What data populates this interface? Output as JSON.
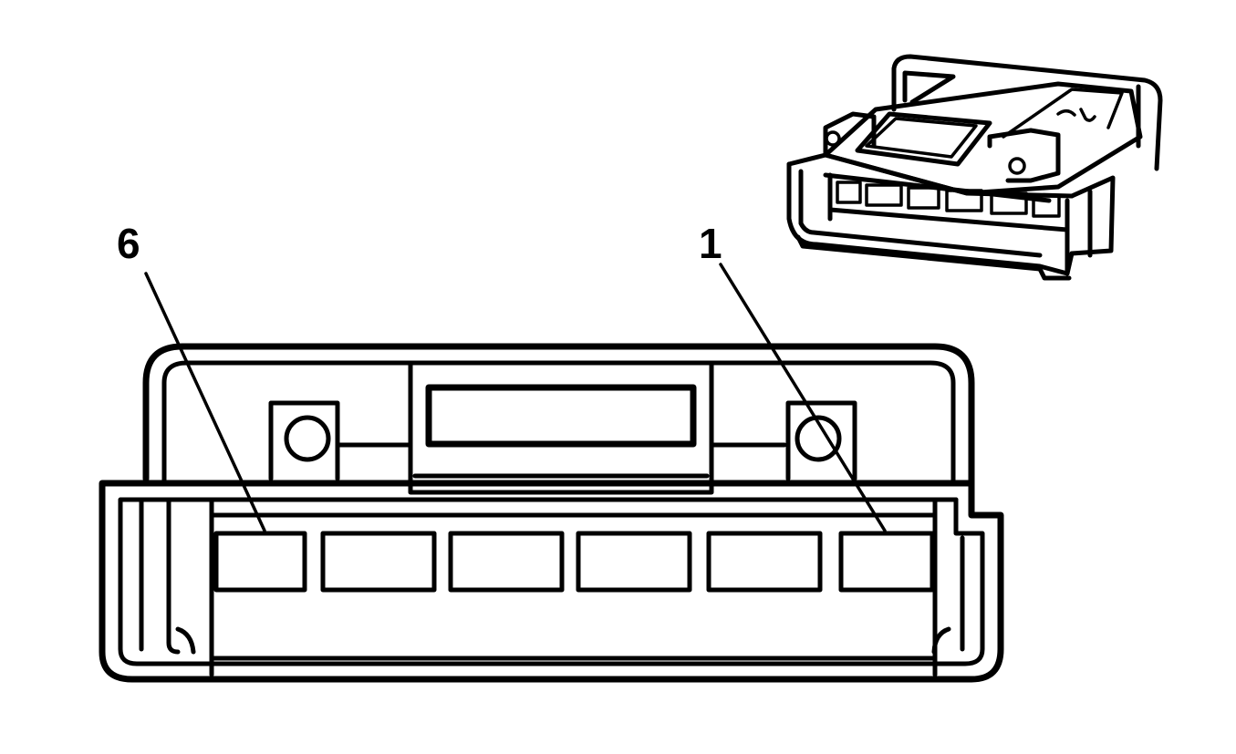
{
  "diagram": {
    "terminal_count": 6,
    "labels": {
      "pin_left": "6",
      "pin_right": "1"
    }
  },
  "colors": {
    "line": "#000000",
    "background": "#ffffff"
  }
}
